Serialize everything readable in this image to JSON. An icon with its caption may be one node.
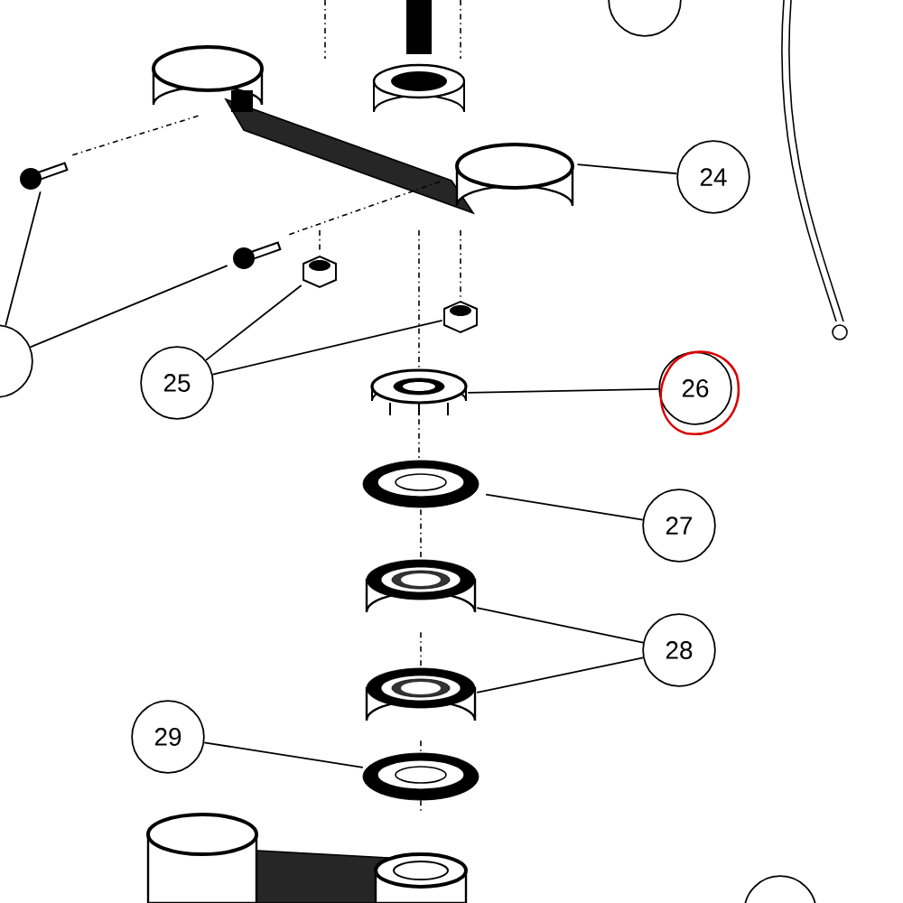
{
  "diagram": {
    "nodes": [
      {
        "text": [],
        "shape": "circle"
      },
      {
        "text": [],
        "shape": "picture"
      },
      {
        "text": [
          "24"
        ]
      },
      {
        "text": [],
        "shape": "picture"
      },
      {
        "text": [],
        "shape": "picture"
      },
      {
        "text": [],
        "shape": "circle"
      },
      {
        "text": [],
        "shape": "picture"
      },
      {
        "text": [],
        "shape": "picture"
      },
      {
        "text": [
          "25"
        ]
      },
      {
        "text": [],
        "shape": "picture"
      },
      {
        "text": [
          "26"
        ]
      },
      {
        "text": [],
        "shape": "picture"
      },
      {
        "text": [
          "27"
        ]
      },
      {
        "text": [],
        "shape": "picture"
      },
      {
        "text": [
          "28"
        ]
      },
      {
        "text": [],
        "shape": "picture"
      },
      {
        "text": [
          "29"
        ]
      },
      {
        "text": [],
        "shape": "picture"
      },
      {
        "text": [],
        "shape": "picture"
      },
      {
        "text": [],
        "shape": "circle"
      }
    ],
    "edges": [
      {
        "from": 2,
        "to": 1,
        "arrow": "none"
      },
      {
        "from": 5,
        "to": 3,
        "arrow": "none"
      },
      {
        "from": 5,
        "to": 4,
        "arrow": "none"
      },
      {
        "from": 8,
        "to": 6,
        "arrow": "none"
      },
      {
        "from": 8,
        "to": 7,
        "arrow": "none"
      },
      {
        "from": 10,
        "to": 9,
        "arrow": "none"
      },
      {
        "from": 12,
        "to": 11,
        "arrow": "none"
      },
      {
        "from": 14,
        "to": 13,
        "arrow": "none"
      },
      {
        "from": 14,
        "to": 15,
        "arrow": "none"
      },
      {
        "from": 16,
        "to": 17,
        "arrow": "none"
      },
      {
        "from": 1,
        "to": 9,
        "arrow": "none",
        "style": "dashed"
      },
      {
        "from": 9,
        "to": 11,
        "arrow": "none",
        "style": "dashed"
      },
      {
        "from": 11,
        "to": 13,
        "arrow": "none",
        "style": "dashed"
      },
      {
        "from": 13,
        "to": 15,
        "arrow": "none",
        "style": "dashed"
      },
      {
        "from": 15,
        "to": 17,
        "arrow": "none",
        "style": "dashed"
      },
      {
        "from": 17,
        "to": 18,
        "arrow": "none",
        "style": "dashed"
      },
      {
        "from": 3,
        "to": 1,
        "arrow": "none",
        "style": "dashed"
      },
      {
        "from": 4,
        "to": 1,
        "arrow": "none",
        "style": "dashed"
      },
      {
        "from": 1,
        "to": 6,
        "arrow": "none",
        "style": "dashed"
      },
      {
        "from": 1,
        "to": 7,
        "arrow": "none",
        "style": "dashed"
      },
      {
        "from": null,
        "to": 1,
        "arrow": "none",
        "style": "dashed"
      },
      {
        "from": null,
        "to": 1,
        "arrow": "none",
        "style": "dashed"
      }
    ]
  }
}
